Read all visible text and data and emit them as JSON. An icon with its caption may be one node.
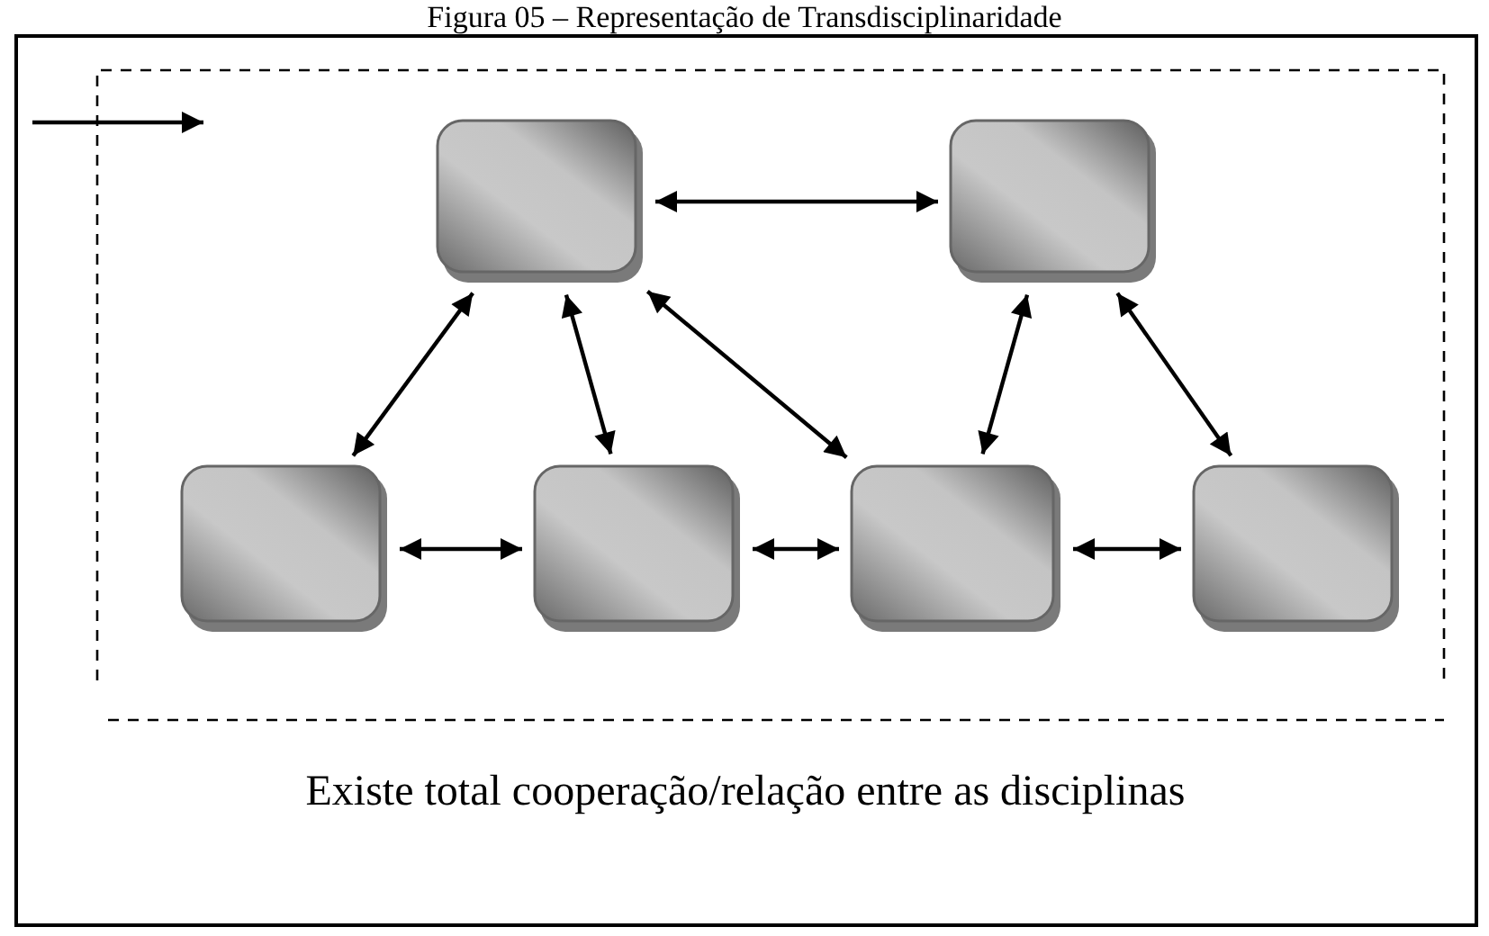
{
  "diagram": {
    "title": "Figura 05 – Representação de Transdisciplinaridade",
    "caption": "Existe total cooperação/relação entre as disciplinas",
    "nodes": [
      {
        "text": [],
        "shape": "box"
      },
      {
        "text": [],
        "shape": "box",
        "in": 0
      },
      {
        "text": [],
        "shape": "box",
        "in": 0
      },
      {
        "text": [],
        "shape": "box",
        "in": 0
      },
      {
        "text": [],
        "shape": "box",
        "in": 0
      },
      {
        "text": [],
        "shape": "box",
        "in": 0
      },
      {
        "text": [],
        "shape": "box",
        "in": 0
      }
    ],
    "edges": [
      {
        "from": 1,
        "to": 2,
        "arrow": "both"
      },
      {
        "from": 1,
        "to": 3,
        "arrow": "both"
      },
      {
        "from": 1,
        "to": 4,
        "arrow": "both"
      },
      {
        "from": 1,
        "to": 5,
        "arrow": "both"
      },
      {
        "from": 2,
        "to": 5,
        "arrow": "both"
      },
      {
        "from": 2,
        "to": 6,
        "arrow": "both"
      },
      {
        "from": 3,
        "to": 4,
        "arrow": "both"
      },
      {
        "from": 4,
        "to": 5,
        "arrow": "both"
      },
      {
        "from": 5,
        "to": 6,
        "arrow": "both"
      },
      {
        "from": null,
        "to": 0,
        "arrow": "to"
      }
    ]
  }
}
